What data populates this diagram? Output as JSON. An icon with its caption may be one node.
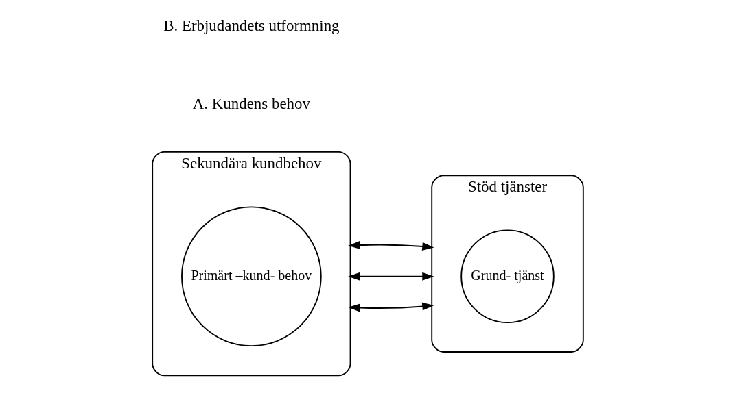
{
  "diagram": {
    "nodes": [
      {
        "text": [
          "Sekundära kundbehov"
        ]
      },
      {
        "text": [
          "Primärt –kund- behov"
        ],
        "in": 0
      },
      {
        "text": [
          "Stöd tjänster"
        ]
      },
      {
        "text": [
          "Grund- tjänst"
        ],
        "in": 2
      }
    ],
    "edges": [
      {
        "from": 0,
        "to": 2,
        "arrow": "both"
      },
      {
        "from": 0,
        "to": 2,
        "arrow": "both"
      },
      {
        "from": 0,
        "to": 2,
        "arrow": "both"
      }
    ],
    "labels": [
      "A. Kundens behov",
      "B. Erbjudandets utformning"
    ]
  }
}
